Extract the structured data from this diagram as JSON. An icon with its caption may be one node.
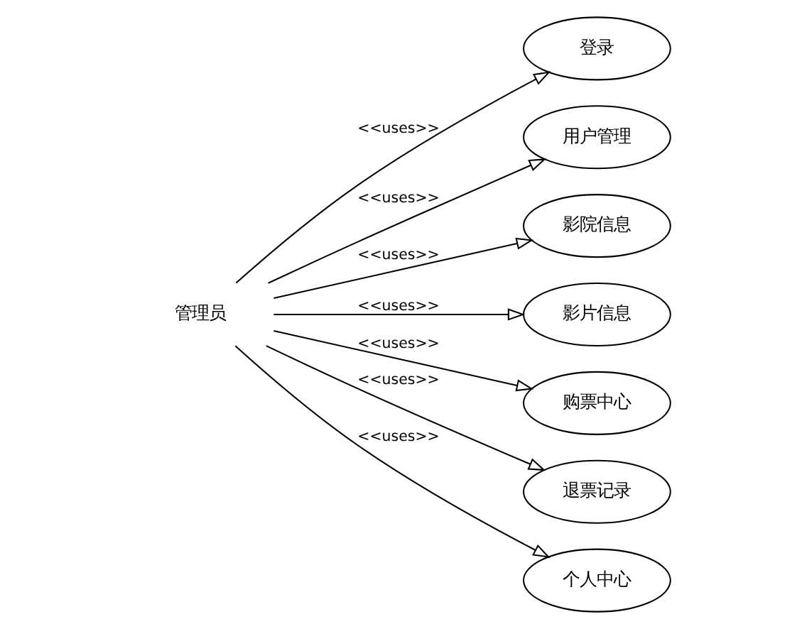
{
  "diagram": {
    "nodes": [
      {
        "text": [
          "管理员"
        ]
      },
      {
        "text": [
          "登录"
        ]
      },
      {
        "text": [
          "用户管理"
        ]
      },
      {
        "text": [
          "影院信息"
        ]
      },
      {
        "text": [
          "影片信息"
        ]
      },
      {
        "text": [
          "购票中心"
        ]
      },
      {
        "text": [
          "退票记录"
        ]
      },
      {
        "text": [
          "个人中心"
        ]
      }
    ],
    "edges": [
      {
        "from": 0,
        "to": 1,
        "arrow": "to",
        "label": "<<uses>>"
      },
      {
        "from": 0,
        "to": 2,
        "arrow": "to",
        "label": "<<uses>>"
      },
      {
        "from": 0,
        "to": 3,
        "arrow": "to",
        "label": "<<uses>>"
      },
      {
        "from": 0,
        "to": 4,
        "arrow": "to",
        "label": "<<uses>>"
      },
      {
        "from": 0,
        "to": 5,
        "arrow": "to",
        "label": "<<uses>>"
      },
      {
        "from": 0,
        "to": 6,
        "arrow": "to",
        "label": "<<uses>>"
      },
      {
        "from": 0,
        "to": 7,
        "arrow": "to",
        "label": "<<uses>>"
      }
    ]
  }
}
